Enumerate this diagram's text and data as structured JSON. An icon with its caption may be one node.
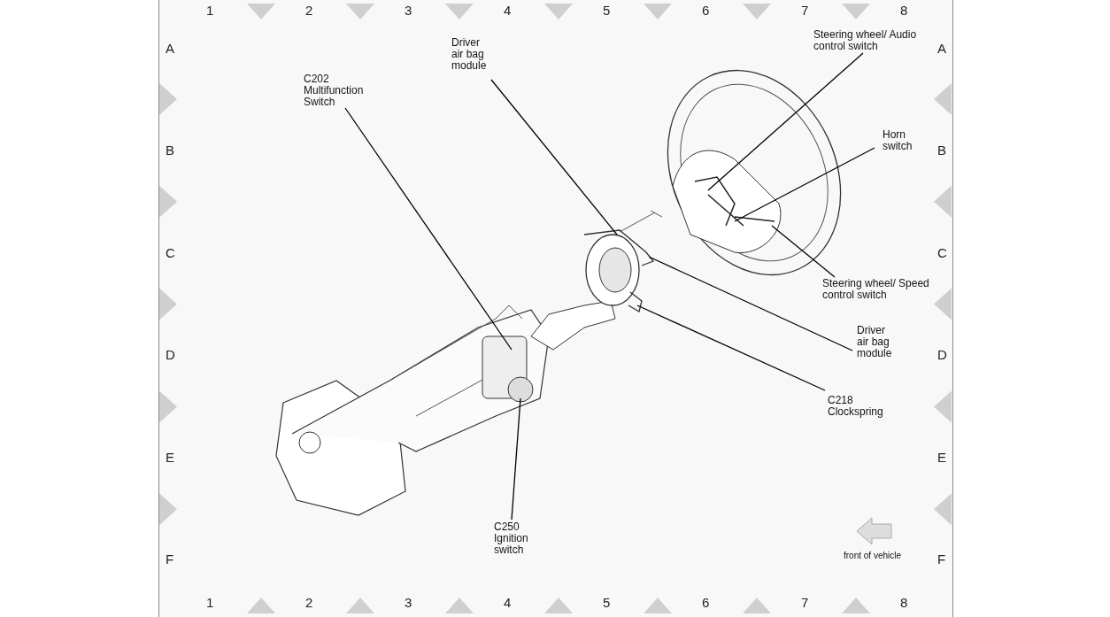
{
  "diagram": {
    "nodes": [
      {
        "text": [
          "C202 Multifunction Switch"
        ]
      },
      {
        "text": [
          "Driver air bag module"
        ]
      },
      {
        "text": [
          "Steering wheel/ Audio control switch"
        ]
      },
      {
        "text": [
          "Horn switch"
        ]
      },
      {
        "text": [
          "Steering wheel/ Speed control switch"
        ]
      },
      {
        "text": [
          "Driver air bag module"
        ]
      },
      {
        "text": [
          "C218 Clockspring"
        ]
      },
      {
        "text": [
          "C250 Ignition switch"
        ]
      },
      {
        "text": [],
        "shape": "picture"
      },
      {
        "text": [],
        "shape": "picture"
      },
      {
        "text": [],
        "shape": "picture"
      }
    ],
    "edges": [
      {
        "from": 0,
        "to": 8,
        "arrow": "none"
      },
      {
        "from": 1,
        "to": 9,
        "arrow": "none"
      },
      {
        "from": 2,
        "to": 10,
        "arrow": "none"
      },
      {
        "from": 3,
        "to": 10,
        "arrow": "none"
      },
      {
        "from": 4,
        "to": 10,
        "arrow": "none"
      },
      {
        "from": 5,
        "to": 9,
        "arrow": "none"
      },
      {
        "from": 6,
        "to": 9,
        "arrow": "none"
      },
      {
        "from": 7,
        "to": 8,
        "arrow": "none"
      }
    ],
    "labels": [
      "1",
      "2",
      "3",
      "4",
      "5",
      "6",
      "7",
      "8",
      "A",
      "A",
      "B",
      "B",
      "C",
      "C",
      "D",
      "D",
      "E",
      "E",
      "front of vehicle",
      "F",
      "F",
      "1",
      "2",
      "3",
      "4",
      "5",
      "6",
      "7",
      "8"
    ]
  }
}
